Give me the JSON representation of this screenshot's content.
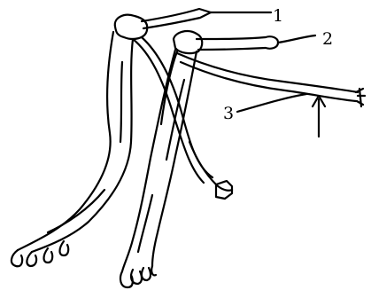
{
  "figure": {
    "labels": [
      "1",
      "2",
      "3"
    ],
    "colors": {
      "ink": "#000000",
      "paper": "#ffffff"
    }
  }
}
